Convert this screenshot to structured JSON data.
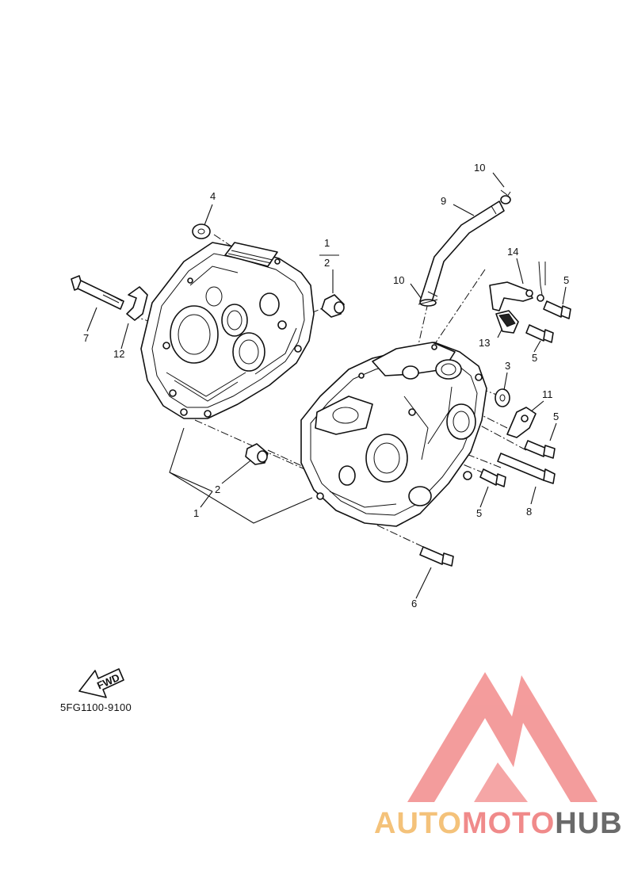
{
  "drawing_code": "5FG1100-9100",
  "fwd_label": "FWD",
  "brand": {
    "part1": "AUTO",
    "part2": "MOTO",
    "part3": "HUB",
    "color1": "#f4c27a",
    "color2": "#f08a8a",
    "color3": "#6a6a6a",
    "logo_color": "#f28b8b"
  },
  "callouts": {
    "c1_top": "1",
    "c2_top": "2",
    "c4": "4",
    "c7": "7",
    "c12": "12",
    "c10_top": "10",
    "c9": "9",
    "c10_mid": "10",
    "c14": "14",
    "c5_a": "5",
    "c13": "13",
    "c5_b": "5",
    "c3": "3",
    "c11": "11",
    "c5_c": "5",
    "c2_low": "2",
    "c1_low": "1",
    "c5_d": "5",
    "c8": "8",
    "c6": "6"
  }
}
